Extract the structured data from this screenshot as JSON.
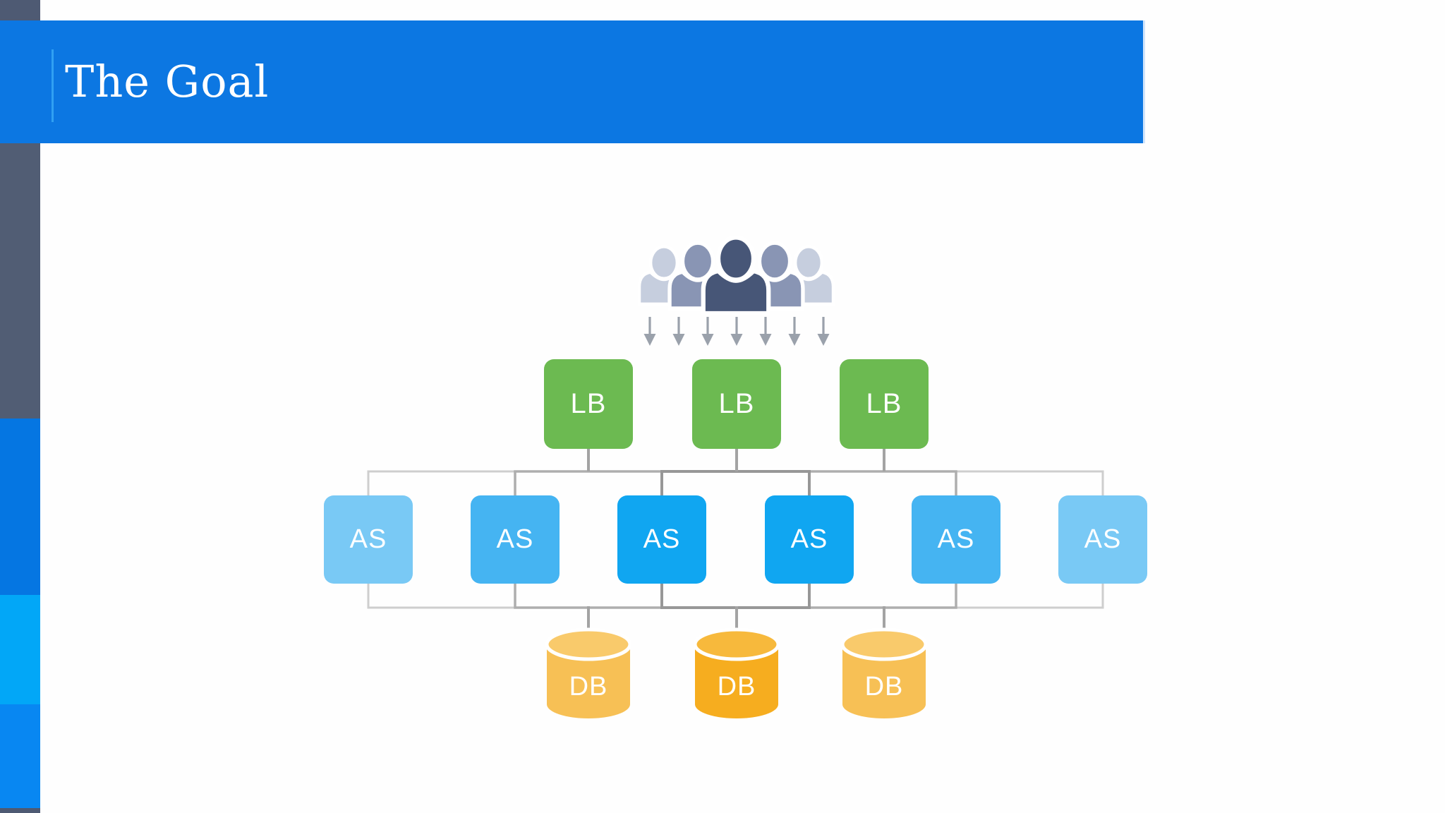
{
  "slide": {
    "title": "The Goal"
  },
  "diagram": {
    "lb_nodes": [
      "LB",
      "LB",
      "LB"
    ],
    "as_nodes": [
      "AS",
      "AS",
      "AS",
      "AS",
      "AS",
      "AS"
    ],
    "db_nodes": [
      "DB",
      "DB",
      "DB"
    ],
    "icons": {
      "audience": "users-group-icon",
      "traffic": "down-arrow-icon",
      "database": "database-cylinder-icon"
    }
  },
  "palette": {
    "background": "#fefefe",
    "banner": "#0c77e2",
    "accent_line": "#30a0f2",
    "sidebar_dark_top": "#4e5a73",
    "sidebar_dark": "#515d74",
    "sidebar_blue": "#0576e2",
    "sidebar_cyan": "#02a7f7",
    "sidebar_blue2": "#0887f2",
    "lb_green": "#6cba51",
    "as_light": "#79c9f5",
    "as_medium": "#45b4f2",
    "as_bright": "#10a6f1",
    "db_light_body": "#f7c055",
    "db_light_lid": "#f9ca6b",
    "db_dark_body": "#f6ad1f",
    "db_dark_lid": "#f7b93c",
    "bus_outer": "#cecece",
    "bus_mid": "#aeaeae",
    "bus_inner": "#979797",
    "connector": "#a3a3a3",
    "arrow": "#9aa1ab",
    "person_dark": "#475677",
    "person_mid": "#8995b4",
    "person_light": "#c6cede"
  }
}
